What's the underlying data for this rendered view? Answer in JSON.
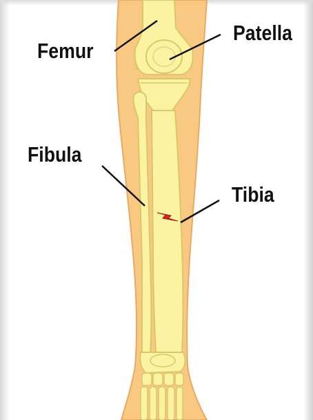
{
  "labels": {
    "femur": "Femur",
    "patella": "Patella",
    "fibula": "Fibula",
    "tibia": "Tibia"
  },
  "colors": {
    "skin": "#f9c983",
    "skin_outline": "#e8aa62",
    "bone": "#fbf3a2",
    "bone_outline": "#d9c86a",
    "fracture": "#d42a1b",
    "pointer": "#111111",
    "label_text": "#111111"
  },
  "fracture_marker": "lightning-icon"
}
